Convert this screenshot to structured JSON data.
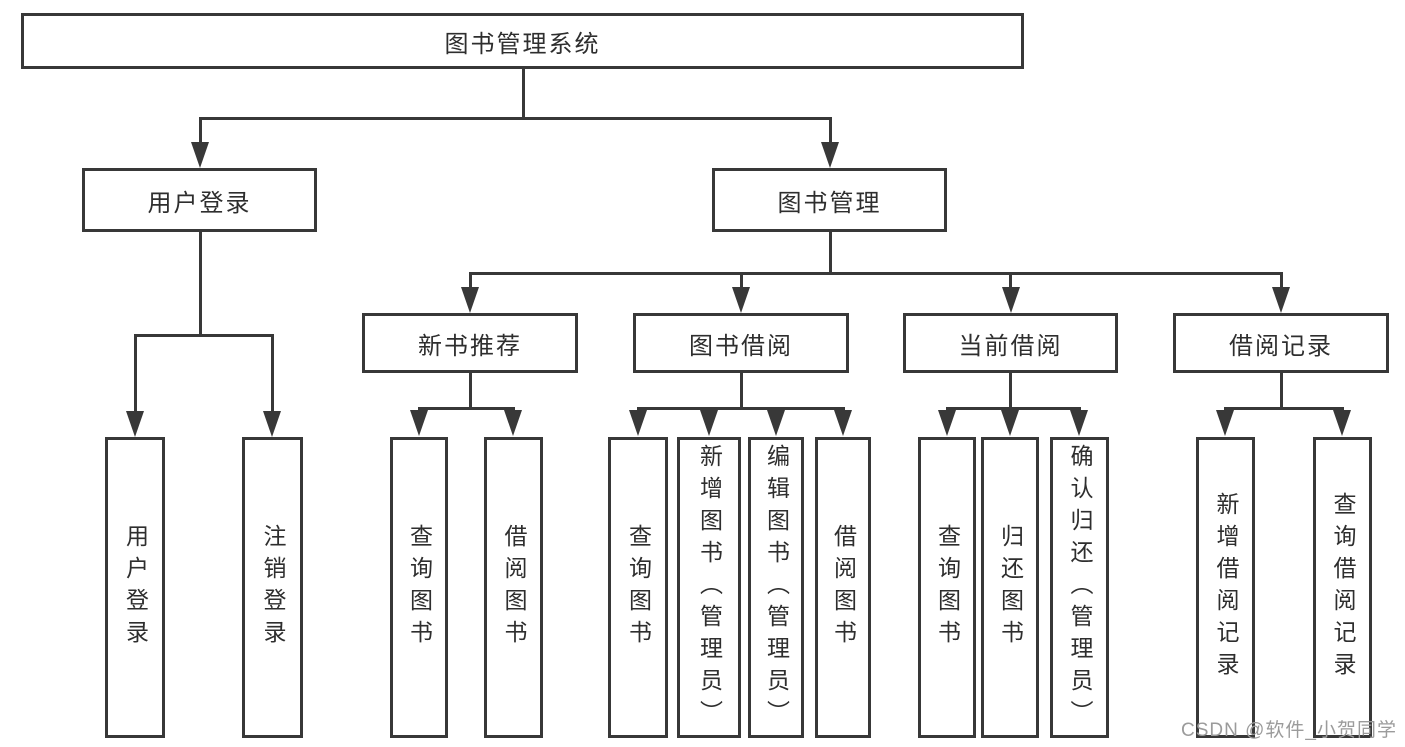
{
  "diagram": {
    "root": {
      "label": "图书管理系统"
    },
    "branches": [
      {
        "label": "用户登录",
        "children": [
          {
            "label": "用户登录"
          },
          {
            "label": "注销登录"
          }
        ]
      },
      {
        "label": "图书管理",
        "groups": [
          {
            "label": "新书推荐",
            "children": [
              {
                "label": "查询图书"
              },
              {
                "label": "借阅图书"
              }
            ]
          },
          {
            "label": "图书借阅",
            "children": [
              {
                "label": "查询图书"
              },
              {
                "label": "新增图书（管理员）"
              },
              {
                "label": "编辑图书（管理员）"
              },
              {
                "label": "借阅图书"
              }
            ]
          },
          {
            "label": "当前借阅",
            "children": [
              {
                "label": "查询图书"
              },
              {
                "label": "归还图书"
              },
              {
                "label": "确认归还（管理员）"
              }
            ]
          },
          {
            "label": "借阅记录",
            "children": [
              {
                "label": "新增借阅记录"
              },
              {
                "label": "查询借阅记录"
              }
            ]
          }
        ]
      }
    ]
  },
  "watermark": {
    "text": "CSDN @软件_小贺同学"
  },
  "colors": {
    "line": "#383838",
    "text": "#2e2e2e",
    "watermark": "#9b9b9b",
    "background": "#ffffff"
  }
}
